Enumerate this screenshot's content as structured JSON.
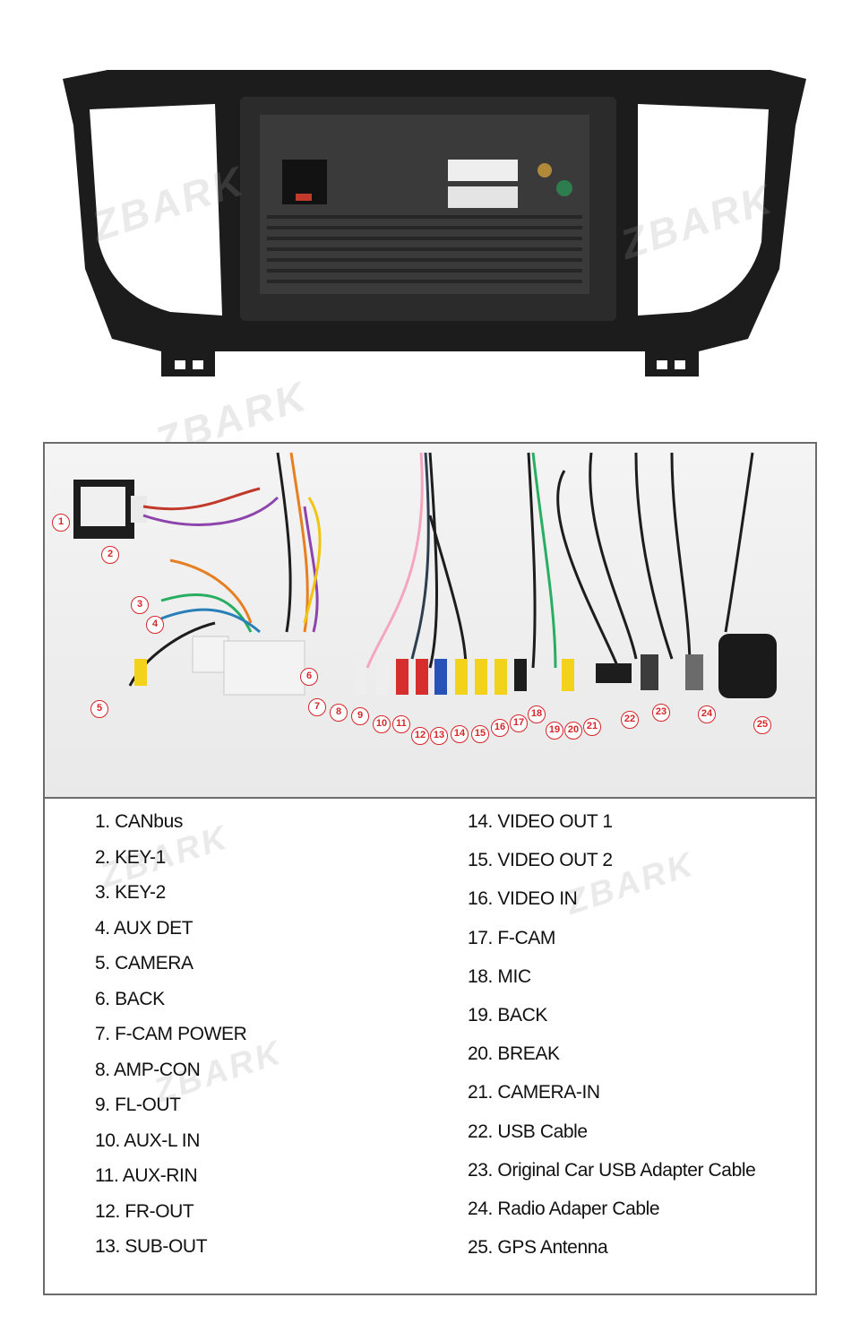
{
  "watermark": "ZBARK",
  "callouts": [
    "1",
    "2",
    "3",
    "4",
    "5",
    "6",
    "7",
    "8",
    "9",
    "10",
    "11",
    "12",
    "13",
    "14",
    "15",
    "16",
    "17",
    "18",
    "19",
    "20",
    "21",
    "22",
    "23",
    "24",
    "25"
  ],
  "legend_left": [
    "1. CANbus",
    "2. KEY-1",
    "3. KEY-2",
    "4. AUX DET",
    "5. CAMERA",
    "6. BACK",
    "7. F-CAM POWER",
    "8. AMP-CON",
    "9. FL-OUT",
    "10. AUX-L IN",
    "11. AUX-RIN",
    "12. FR-OUT",
    "13. SUB-OUT"
  ],
  "legend_right": [
    "14. VIDEO OUT 1",
    "15. VIDEO OUT 2",
    "16. VIDEO IN",
    "17. F-CAM",
    "18. MIC",
    "19. BACK",
    "20. BREAK",
    "21. CAMERA-IN",
    "22. USB Cable",
    "23. Original Car USB Adapter Cable",
    "24. Radio Adaper Cable",
    "25. GPS Antenna"
  ]
}
